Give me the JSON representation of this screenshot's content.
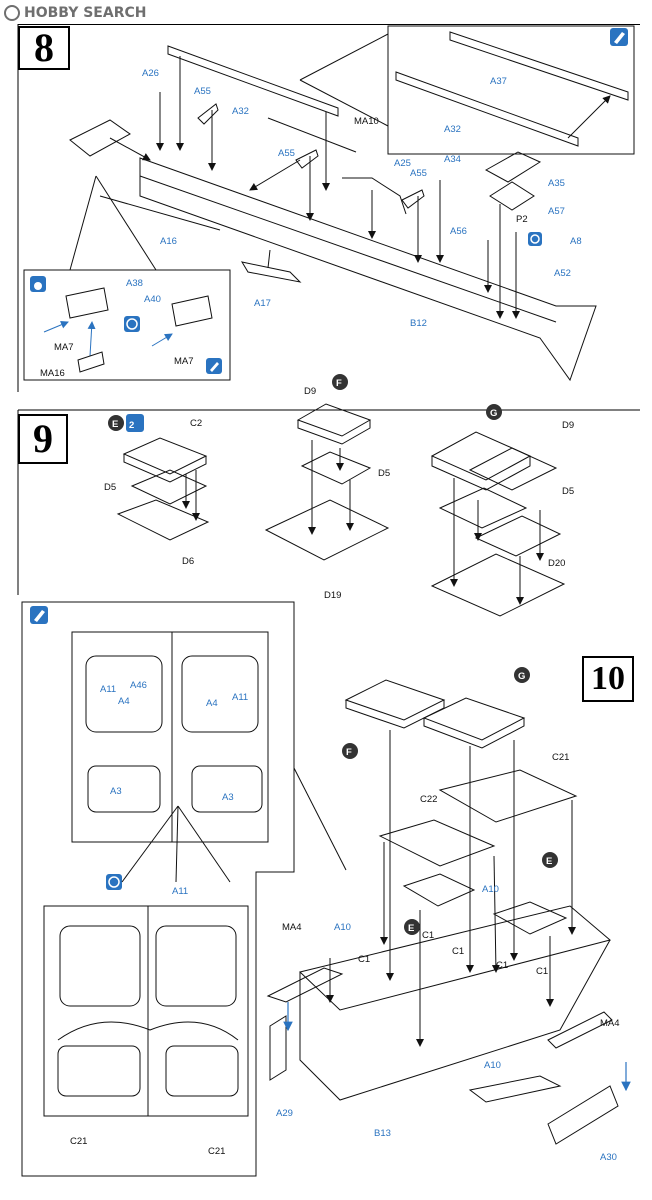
{
  "watermark": "HOBBY SEARCH",
  "steps": {
    "s8": "8",
    "s9": "9",
    "s10": "10"
  },
  "colors": {
    "part_blue": "#2a73c0",
    "line": "#111111",
    "arrow_blue": "#2a73c0"
  },
  "icons": [
    "glue-icon",
    "paint-icon",
    "either-side-icon",
    "repeat-x2-icon"
  ],
  "step8": {
    "labels": [
      "A26",
      "A55",
      "A32",
      "MA10",
      "A55",
      "A25",
      "A34",
      "A55",
      "A35",
      "A57",
      "A56",
      "P2",
      "A8",
      "A52",
      "A16",
      "A17",
      "B12"
    ],
    "inset_top": [
      "A37",
      "A32"
    ],
    "inset_bottom": [
      "A38",
      "A40",
      "MA7",
      "MA7",
      "MA16"
    ]
  },
  "step9": {
    "groupE": {
      "marker": "E",
      "times": "2",
      "labels": [
        "C2",
        "D5",
        "D6"
      ]
    },
    "groupF": {
      "marker": "F",
      "labels": [
        "D9",
        "D5",
        "D19"
      ]
    },
    "groupG": {
      "marker": "G",
      "labels": [
        "D9",
        "D5",
        "D20"
      ]
    }
  },
  "step10": {
    "detail_top": [
      "A11",
      "A46",
      "A11",
      "A4",
      "A4",
      "A3",
      "A3",
      "A11"
    ],
    "detail_bottom": [
      "C21",
      "C21"
    ],
    "main": [
      "F",
      "G",
      "C21",
      "C22",
      "A10",
      "E",
      "E",
      "MA4",
      "A10",
      "C1",
      "C1",
      "C1",
      "C1",
      "C1",
      "A10",
      "MA4",
      "A29",
      "B13",
      "A30"
    ]
  }
}
